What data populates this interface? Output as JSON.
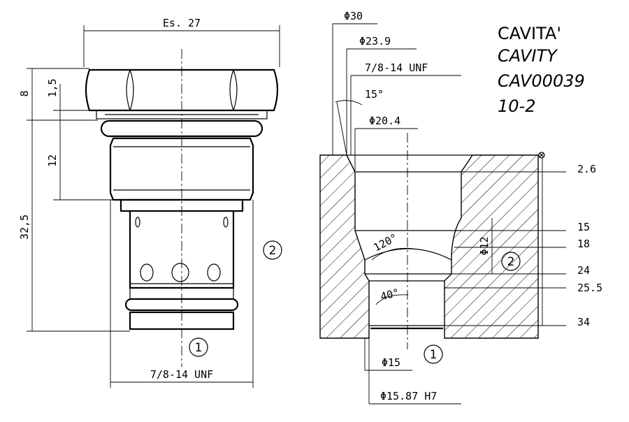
{
  "cartridge": {
    "hex_width": "Es. 27",
    "dim_top": "8",
    "dim_flange": "1,5",
    "dim_body": "12",
    "dim_length": "32,5",
    "thread": "7/8-14 UNF",
    "port_1": "1",
    "port_2": "2"
  },
  "cavity": {
    "title_it": "CAVITA'",
    "title_en": "CAVITY",
    "code": "CAV00039",
    "size": "10-2",
    "d30": "Φ30",
    "d239": "Φ23.9",
    "thread": "7/8-14 UNF",
    "angle15": "15°",
    "d204": "Φ20.4",
    "angle120": "120°",
    "angle40": "40°",
    "d12": "Φ12",
    "d15": "Φ15",
    "d1587": "Φ15.87 H7",
    "port_1": "1",
    "port_2": "2",
    "depths": [
      "2.6",
      "15",
      "18",
      "24",
      "25.5",
      "34"
    ]
  }
}
